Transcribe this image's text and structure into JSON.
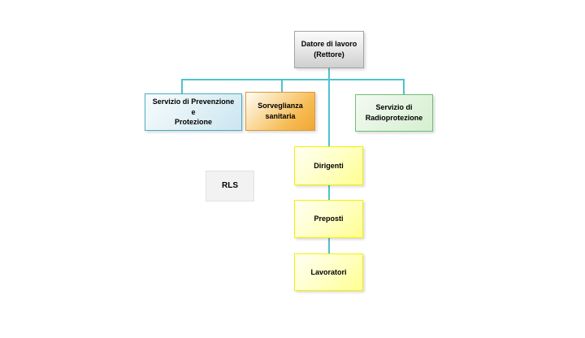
{
  "diagram": {
    "type": "org-chart",
    "connector_color": "#4FC2CE",
    "nodes": [
      {
        "id": "datore-di-lavoro",
        "label": "Datore di lavoro\n(Rettore)",
        "fill_from": "#FBFBFB",
        "fill_to": "#CFCFCF",
        "border": "#A3A3A3"
      },
      {
        "id": "servizio-prevenzione-protezione",
        "label": "Servizio di Prevenzione\ne\nProtezione",
        "fill_from": "#F8FCFD",
        "fill_to": "#CBE6F0",
        "border": "#4BACC6"
      },
      {
        "id": "sorveglianza-sanitaria",
        "label": "Sorveglianza\nsanitaria",
        "fill_from": "#FFFDF6",
        "fill_to": "#F0A735",
        "border": "#D99B3A"
      },
      {
        "id": "servizio-radioprotezione",
        "label": "Servizio di\nRadioprotezione",
        "fill_from": "#F3FAF1",
        "fill_to": "#D5EFD0",
        "border": "#6FC078"
      },
      {
        "id": "dirigenti",
        "label": "Dirigenti",
        "fill_from": "#FFFFF6",
        "fill_to": "#FFFF8F",
        "border": "#F2F200"
      },
      {
        "id": "rls",
        "label": "RLS",
        "fill_from": "#F2F2F2",
        "fill_to": "#F2F2F2",
        "border": "#E2E2E2"
      },
      {
        "id": "preposti",
        "label": "Preposti",
        "fill_from": "#FFFFF6",
        "fill_to": "#FFFF8F",
        "border": "#F2F200"
      },
      {
        "id": "lavoratori",
        "label": "Lavoratori",
        "fill_from": "#FFFFF6",
        "fill_to": "#FFFF8F",
        "border": "#F2F200"
      }
    ],
    "edges": [
      {
        "from": "datore-di-lavoro",
        "to": "servizio-prevenzione-protezione"
      },
      {
        "from": "datore-di-lavoro",
        "to": "sorveglianza-sanitaria"
      },
      {
        "from": "datore-di-lavoro",
        "to": "servizio-radioprotezione"
      },
      {
        "from": "datore-di-lavoro",
        "to": "dirigenti"
      },
      {
        "from": "dirigenti",
        "to": "preposti"
      },
      {
        "from": "preposti",
        "to": "lavoratori"
      }
    ]
  }
}
